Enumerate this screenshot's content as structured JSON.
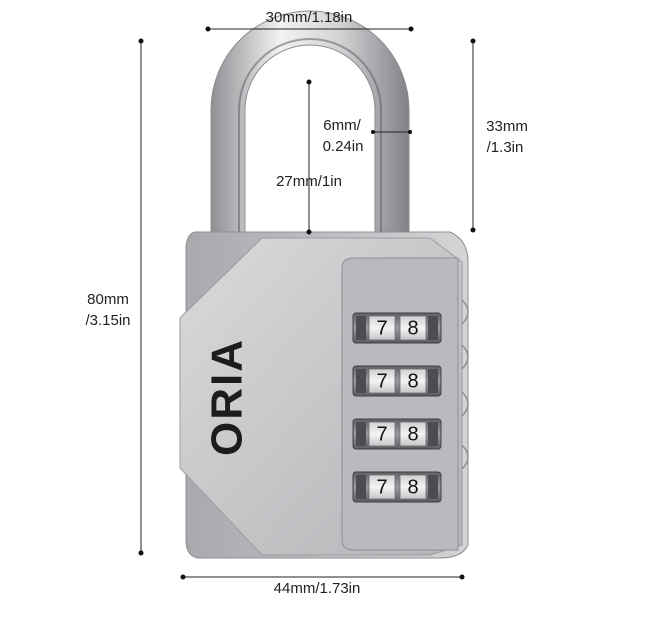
{
  "brand": "ORIA",
  "dimensions": {
    "width_top": "30mm/1.18in",
    "shackle_thickness_line1": "6mm/",
    "shackle_thickness_line2": "0.24in",
    "shackle_inner_height": "27mm/1in",
    "shackle_clearance_line1": "33mm",
    "shackle_clearance_line2": "/1.3in",
    "total_height_line1": "80mm",
    "total_height_line2": "/3.15in",
    "body_width": "44mm/1.73in"
  },
  "dials": [
    {
      "left": "7",
      "right": "8"
    },
    {
      "left": "7",
      "right": "8"
    },
    {
      "left": "7",
      "right": "8"
    },
    {
      "left": "7",
      "right": "8"
    }
  ],
  "colors": {
    "body": "#c9cacc",
    "body_dark": "#9fa1a4",
    "shackle": "#d6d7d9",
    "dimension_lines": "#222222"
  }
}
